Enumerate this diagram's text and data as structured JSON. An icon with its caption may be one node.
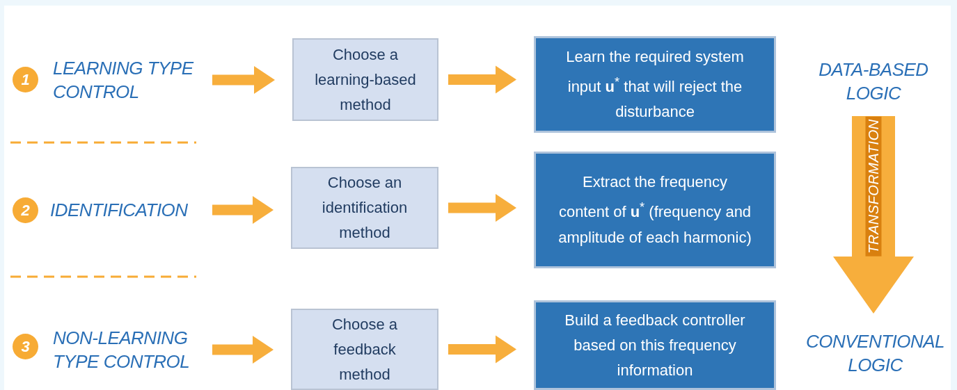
{
  "diagram": {
    "nodes": [
      {
        "text": [
          "1"
        ]
      },
      {
        "text": [
          "LEARNING TYPE CONTROL"
        ]
      },
      {
        "text": [
          "Choose a learning-based method"
        ]
      },
      {
        "text": [
          "Learn the required system input **u**$^{*}$ that will reject the disturbance"
        ]
      },
      {
        "text": [
          "2"
        ]
      },
      {
        "text": [
          "IDENTIFICATION"
        ]
      },
      {
        "text": [
          "Choose an identification method"
        ]
      },
      {
        "text": [
          "Extract the frequency content of **u**$^{*}$ (frequency and amplitude of each harmonic)"
        ]
      },
      {
        "text": [
          "3"
        ]
      },
      {
        "text": [
          "NON-LEARNING TYPE CONTROL"
        ]
      },
      {
        "text": [
          "Choose a feedback method"
        ]
      },
      {
        "text": [
          "Build a feedback controller based on this frequency information"
        ]
      },
      {
        "text": [
          "DATA-BASED LOGIC"
        ]
      },
      {
        "text": [
          "CONVENTIONAL LOGIC"
        ]
      }
    ],
    "edges": [
      {
        "from": 1,
        "to": 2,
        "arrow": "to"
      },
      {
        "from": 2,
        "to": 3,
        "arrow": "to"
      },
      {
        "from": 5,
        "to": 6,
        "arrow": "to"
      },
      {
        "from": 6,
        "to": 7,
        "arrow": "to"
      },
      {
        "from": 9,
        "to": 10,
        "arrow": "to"
      },
      {
        "from": 10,
        "to": 11,
        "arrow": "to"
      },
      {
        "from": 12,
        "to": 13,
        "arrow": "to",
        "label": "TRANSFORMATION",
        "style": "thick"
      }
    ]
  }
}
